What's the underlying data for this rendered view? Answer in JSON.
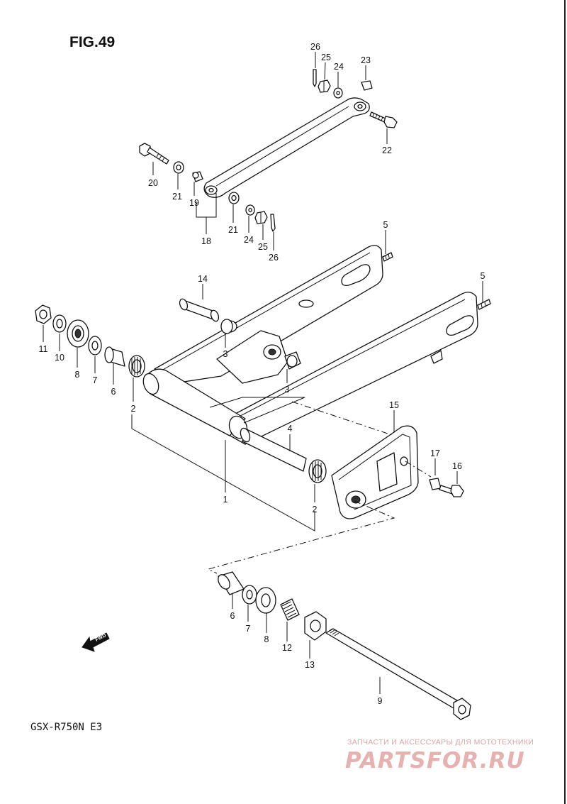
{
  "figure": {
    "title": "FIG.49",
    "model_code": "GSX-R750N E3",
    "fwd_label": "FWD"
  },
  "watermark": {
    "tagline": "ЗАПЧАСТИ И АКСЕССУАРЫ ДЛЯ МОТОТЕХНИКИ",
    "logo_text": "PARTSFOR.RU"
  },
  "callouts": {
    "n26a": "26",
    "n25a": "25",
    "n24a": "24",
    "n23": "23",
    "n22": "22",
    "n20": "20",
    "n21a": "21",
    "n19": "19",
    "n18": "18",
    "n21b": "21",
    "n24b": "24",
    "n25b": "25",
    "n26b": "26",
    "n5a": "5",
    "n5b": "5",
    "n14": "14",
    "n11": "11",
    "n10a": "10",
    "n8a": "8",
    "n7a": "7",
    "n6a": "6",
    "n2a": "2",
    "n3a": "3",
    "n3b": "3",
    "n4": "4",
    "n1": "1",
    "n2b": "2",
    "n15": "15",
    "n17": "17",
    "n16": "16",
    "n6b": "6",
    "n7b": "7",
    "n8b": "8",
    "n12": "12",
    "n13": "13",
    "n9": "9"
  }
}
